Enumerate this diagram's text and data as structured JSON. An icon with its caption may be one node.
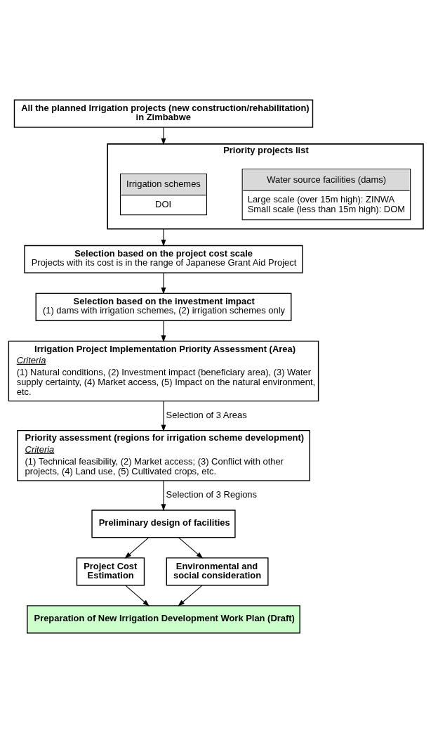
{
  "diagram": {
    "nodes": [
      {
        "text": [
          "All the planned Irrigation projects (new construction/rehabilitation) in Zimbabwe"
        ]
      },
      {
        "text": [
          "Priority projects list"
        ]
      },
      {
        "text": [
          "Water source facilities (dams)",
          "Large scale (over 15m high): ZINWA",
          "Small scale (less than 15m high): DOM"
        ],
        "in": 1
      },
      {
        "text": [
          "Irrigation schemes",
          "DOI"
        ],
        "in": 1
      },
      {
        "text": [
          "Selection based on the project cost scale",
          "Projects with its cost is in the range of Japanese Grant Aid Project"
        ]
      },
      {
        "text": [
          "Selection based on the investment impact",
          "(1) dams with irrigation schemes, (2) irrigation schemes only"
        ]
      },
      {
        "text": [
          "Irrigation Project Implementation Priority Assessment (Area)",
          "Criteria",
          "(1) Natural conditions, (2) Investment impact (beneficiary area), (3) Water supply certainty, (4) Market access, (5) Impact on the natural environment, etc."
        ]
      },
      {
        "text": [
          "Priority assessment (regions for irrigation scheme development)",
          "Criteria",
          "(1) Technical feasibility, (2) Market access; (3) Conflict with other projects, (4) Land use, (5) Cultivated crops, etc."
        ]
      },
      {
        "text": [
          "Preliminary design of facilities"
        ]
      },
      {
        "text": [
          "Project Cost Estimation"
        ]
      },
      {
        "text": [
          "Environmental and social consideration"
        ]
      },
      {
        "text": [
          "Preparation of New Irrigation Development Work Plan (Draft)"
        ]
      }
    ],
    "edges": [
      {
        "from": 0,
        "to": 1,
        "arrow": "to"
      },
      {
        "from": 1,
        "to": 4,
        "arrow": "to"
      },
      {
        "from": 4,
        "to": 5,
        "arrow": "to"
      },
      {
        "from": 5,
        "to": 6,
        "arrow": "to"
      },
      {
        "from": 6,
        "to": 7,
        "arrow": "to",
        "label": "Selection of 3 Areas"
      },
      {
        "from": 7,
        "to": 8,
        "arrow": "to",
        "label": "Selection of 3 Regions"
      },
      {
        "from": 8,
        "to": 9,
        "arrow": "to"
      },
      {
        "from": 8,
        "to": 10,
        "arrow": "to"
      },
      {
        "from": 9,
        "to": 11,
        "arrow": "to"
      },
      {
        "from": 10,
        "to": 11,
        "arrow": "to"
      }
    ]
  }
}
